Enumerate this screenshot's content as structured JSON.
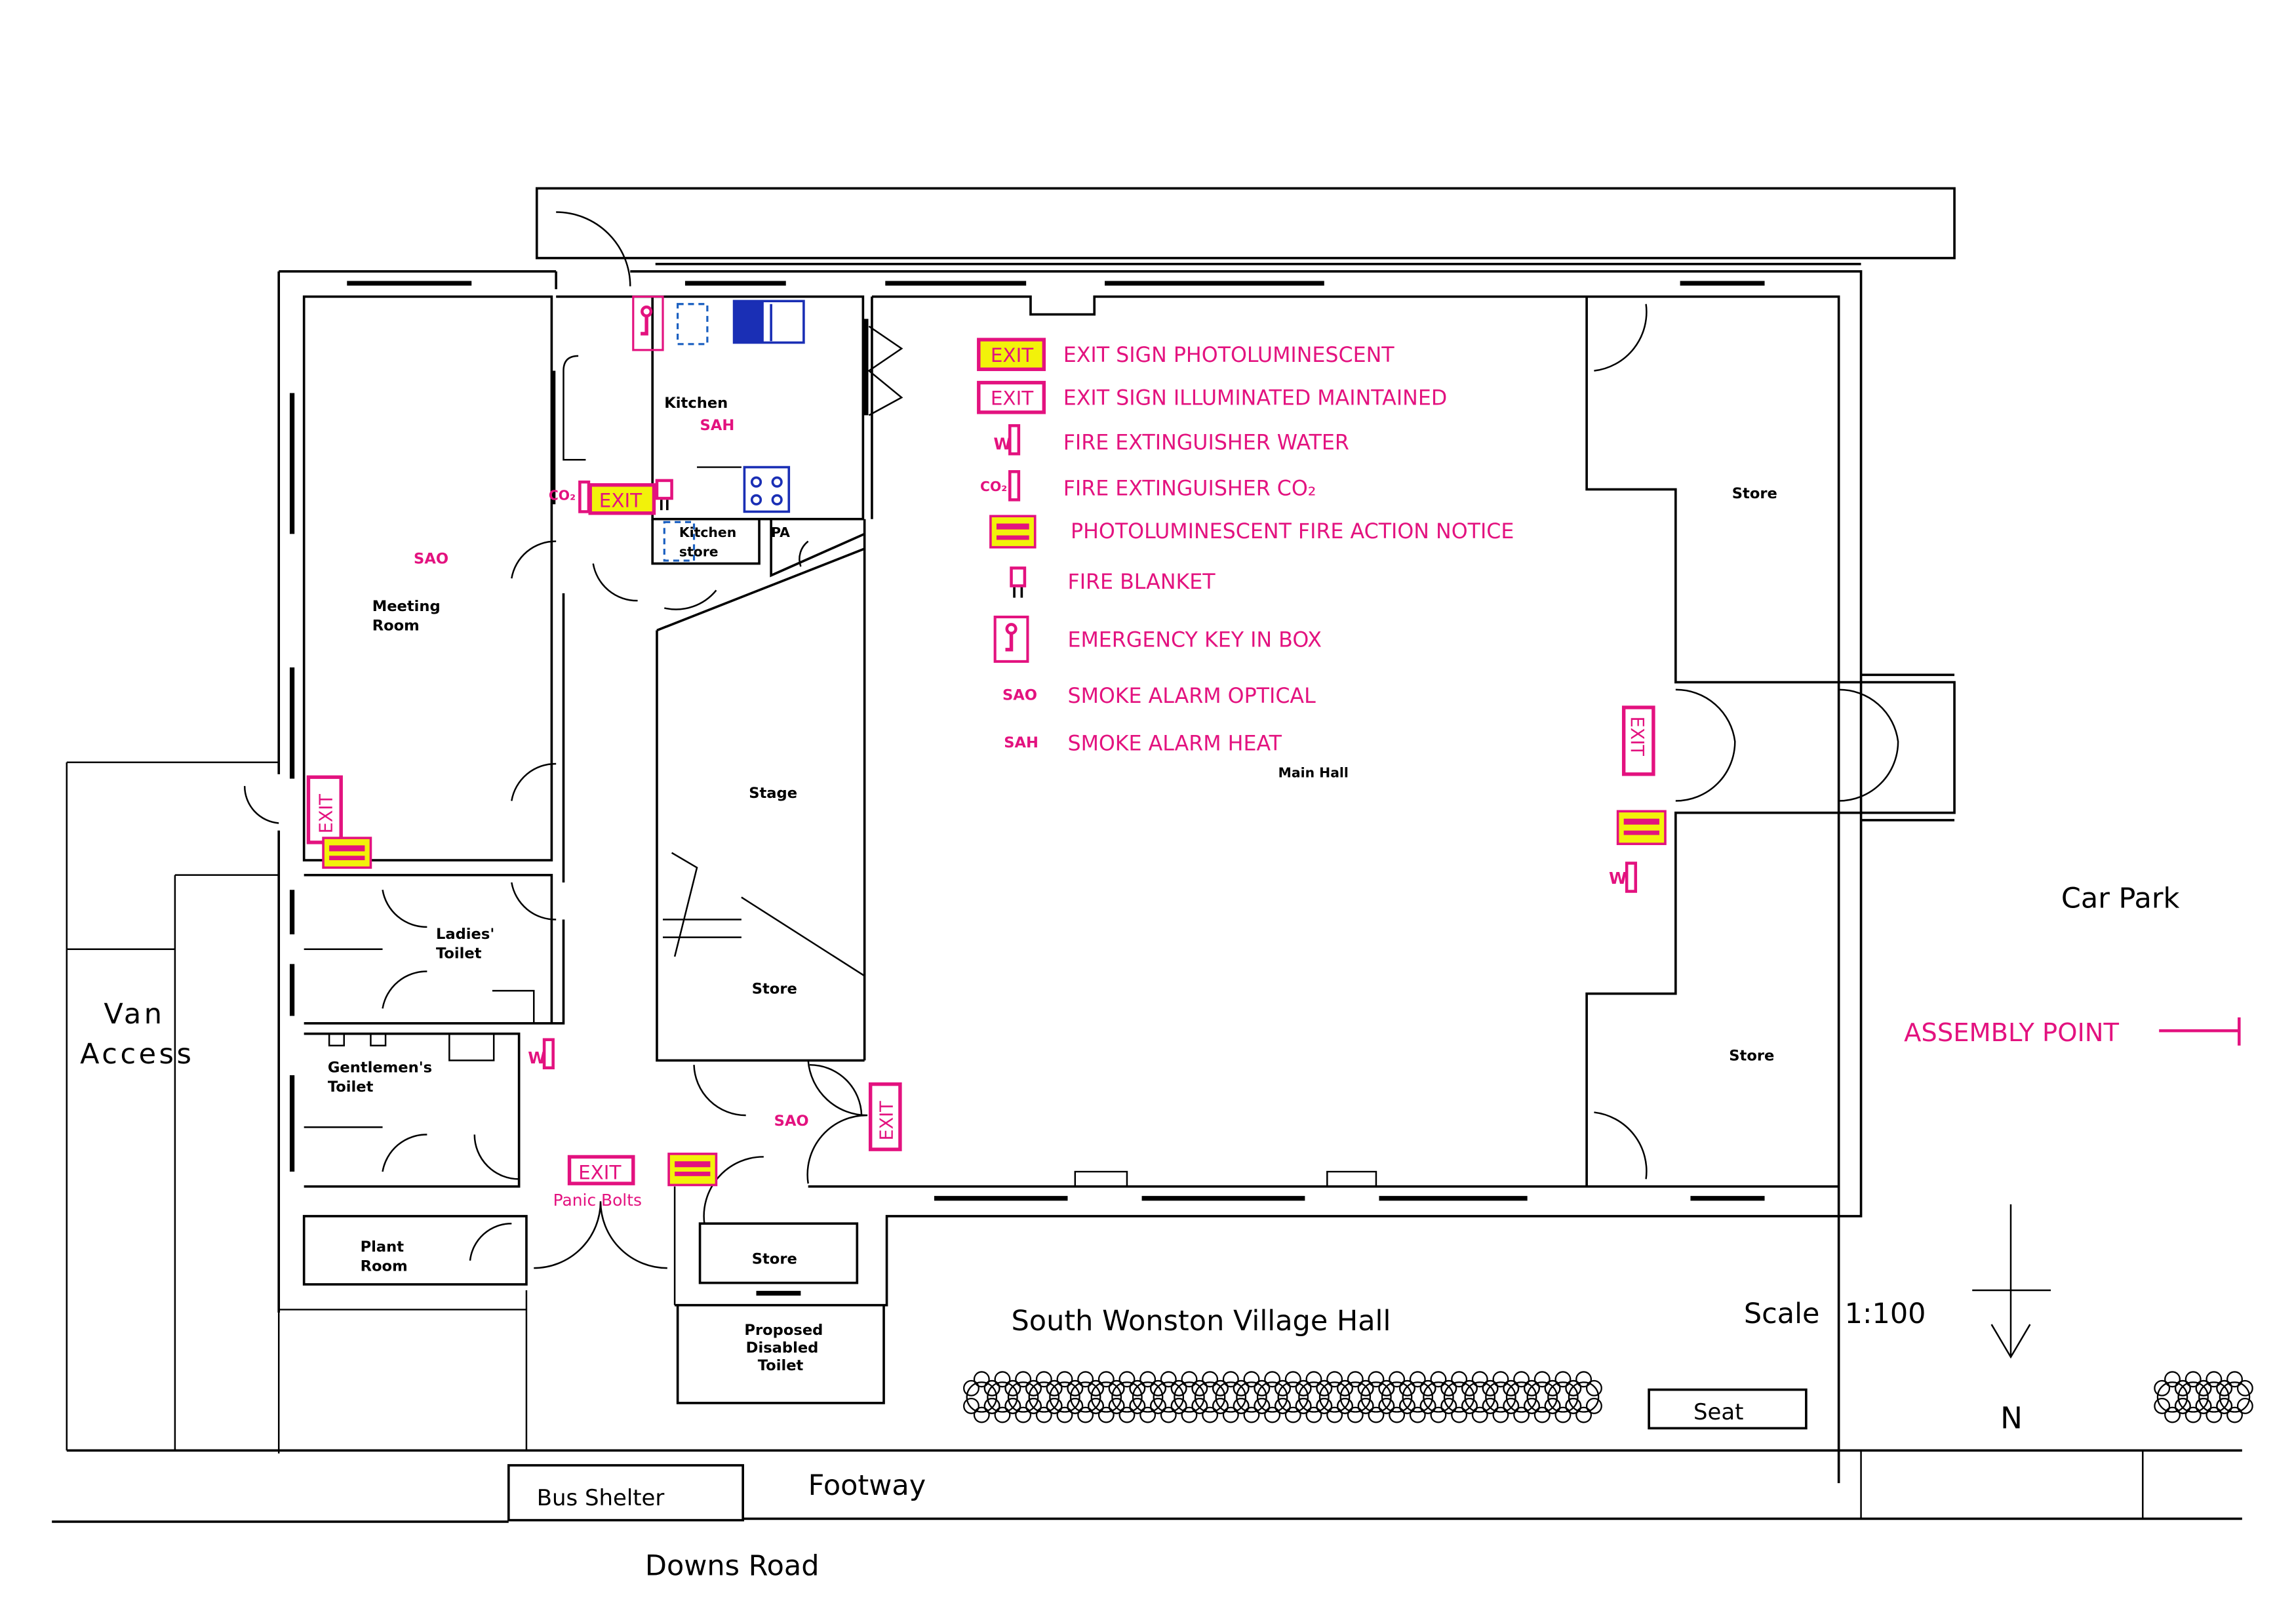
{
  "title": "South Wonston Village Hall",
  "scale": {
    "label": "Scale",
    "value": "1:100"
  },
  "north_label": "N",
  "colors": {
    "safety": "#e3127f",
    "photoluminescent": "#f2f20a",
    "fixtures": "#1a2fb5",
    "walls": "#000000"
  },
  "legend": [
    {
      "symbol": "exit-photoluminescent",
      "symbol_text": "EXIT",
      "label": "EXIT SIGN PHOTOLUMINESCENT"
    },
    {
      "symbol": "exit-illuminated",
      "symbol_text": "EXIT",
      "label": "EXIT SIGN ILLUMINATED MAINTAINED"
    },
    {
      "symbol": "extinguisher-water",
      "symbol_text": "W",
      "label": "FIRE EXTINGUISHER WATER"
    },
    {
      "symbol": "extinguisher-co2",
      "symbol_text": "CO₂",
      "label": "FIRE EXTINGUISHER CO₂"
    },
    {
      "symbol": "fire-action-notice",
      "symbol_text": "",
      "label": "PHOTOLUMINESCENT FIRE ACTION NOTICE"
    },
    {
      "symbol": "fire-blanket",
      "symbol_text": "",
      "label": "FIRE BLANKET"
    },
    {
      "symbol": "key-box",
      "symbol_text": "",
      "label": "EMERGENCY KEY IN BOX"
    },
    {
      "symbol": "smoke-alarm-optical",
      "symbol_text": "SAO",
      "label": "SMOKE ALARM OPTICAL"
    },
    {
      "symbol": "smoke-alarm-heat",
      "symbol_text": "SAH",
      "label": "SMOKE ALARM HEAT"
    }
  ],
  "rooms": {
    "kitchen": "Kitchen",
    "kitchen_store_1": "Kitchen",
    "kitchen_store_2": "store",
    "pa": "PA",
    "meeting_1": "Meeting",
    "meeting_2": "Room",
    "stage": "Stage",
    "stage_store": "Store",
    "main_hall": "Main Hall",
    "store_ne": "Store",
    "store_se": "Store",
    "ladies_1": "Ladies'",
    "ladies_2": "Toilet",
    "gents_1": "Gentlemen's",
    "gents_2": "Toilet",
    "plant_1": "Plant",
    "plant_2": "Room",
    "store_entrance": "Store",
    "disabled_1": "Proposed",
    "disabled_2": "Disabled",
    "disabled_3": "Toilet"
  },
  "markers": {
    "exit": "EXIT",
    "sao": "SAO",
    "sah": "SAH",
    "water": "W",
    "co2": "CO₂",
    "panic_bolts": "Panic Bolts"
  },
  "site": {
    "van_access_1": "Van",
    "van_access_2": "Access",
    "car_park": "Car Park",
    "assembly_point": "ASSEMBLY POINT",
    "seat": "Seat",
    "bus_shelter": "Bus Shelter",
    "footway": "Footway",
    "road": "Downs Road"
  }
}
